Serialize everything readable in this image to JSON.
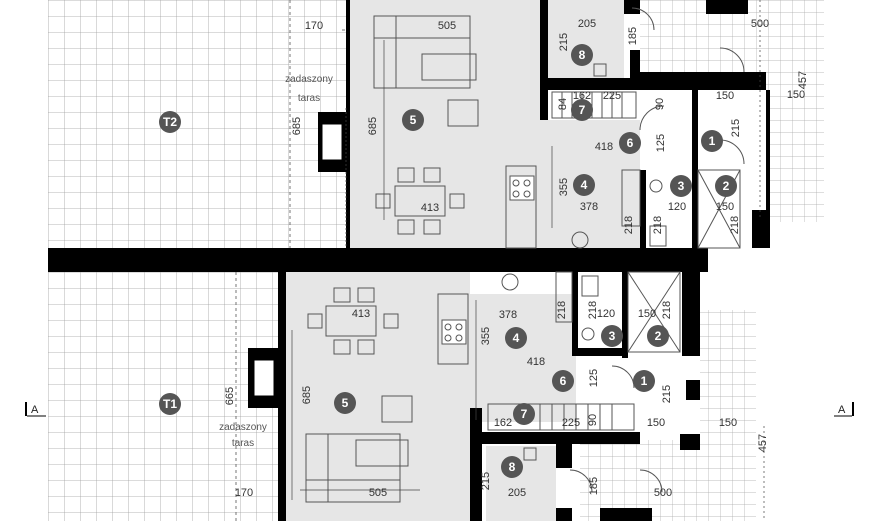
{
  "terraces": {
    "upper": {
      "label": "T2",
      "caption_line1": "zadaszony",
      "caption_line2": "taras",
      "dim_width": "170",
      "dim_depth": "685"
    },
    "lower": {
      "label": "T1",
      "caption_line1": "zadaszony",
      "caption_line2": "taras",
      "dim_width": "170",
      "dim_depth": "665"
    }
  },
  "section_marks": {
    "left": "A",
    "right": "A"
  },
  "upper_unit": {
    "rooms": [
      {
        "id": "5",
        "label": "5"
      },
      {
        "id": "4",
        "label": "4"
      },
      {
        "id": "6",
        "label": "6"
      },
      {
        "id": "7",
        "label": "7"
      },
      {
        "id": "8",
        "label": "8"
      },
      {
        "id": "1",
        "label": "1"
      },
      {
        "id": "2",
        "label": "2"
      },
      {
        "id": "3",
        "label": "3"
      }
    ],
    "dims": {
      "living_width": "505",
      "living_depth": "685",
      "dining_width": "413",
      "kitchen_depth": "355",
      "kitchen_width": "378",
      "kitchen_218": "218",
      "hall_width": "418",
      "hall_125": "125",
      "stair_84": "84",
      "stair_162": "162",
      "stair_225": "225",
      "stair_90": "90",
      "room8_width": "205",
      "room8_depth": "215",
      "room8_185": "185",
      "entry_150": "150",
      "entry_215": "215",
      "wc_120": "120",
      "wc_218": "218",
      "garage_150": "150",
      "garage_218": "218",
      "porch_500": "500",
      "porch_457": "457",
      "porch_150": "150"
    }
  },
  "lower_unit": {
    "rooms": [
      {
        "id": "5",
        "label": "5"
      },
      {
        "id": "4",
        "label": "4"
      },
      {
        "id": "6",
        "label": "6"
      },
      {
        "id": "7",
        "label": "7"
      },
      {
        "id": "8",
        "label": "8"
      },
      {
        "id": "1",
        "label": "1"
      },
      {
        "id": "2",
        "label": "2"
      },
      {
        "id": "3",
        "label": "3"
      }
    ],
    "dims": {
      "living_width": "505",
      "living_depth": "685",
      "dining_width": "413",
      "kitchen_depth": "355",
      "kitchen_width": "378",
      "kitchen_218": "218",
      "hall_width": "418",
      "hall_125": "125",
      "stair_162": "162",
      "stair_225": "225",
      "stair_90": "90",
      "room8_width": "205",
      "room8_depth": "215",
      "room8_185": "185",
      "entry_150": "150",
      "entry_215": "215",
      "wc_120": "120",
      "wc_218": "218",
      "garage_150": "150",
      "garage_218": "218",
      "porch_500": "500",
      "porch_457": "457",
      "porch_150": "150"
    }
  },
  "colors": {
    "wall": "#000000",
    "floor": "#e6e6e6",
    "grid": "#9a9a9a",
    "badge": "#555555",
    "line": "#333333"
  }
}
